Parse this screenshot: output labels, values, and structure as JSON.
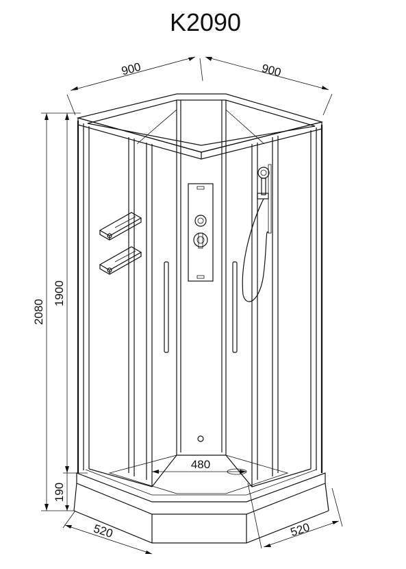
{
  "title": "K2090",
  "dimensions": {
    "width_left": "900",
    "width_right": "900",
    "height_total": "2080",
    "height_cabin": "1900",
    "height_tray": "190",
    "depth_left": "520",
    "depth_right": "520",
    "inner_width": "480"
  }
}
